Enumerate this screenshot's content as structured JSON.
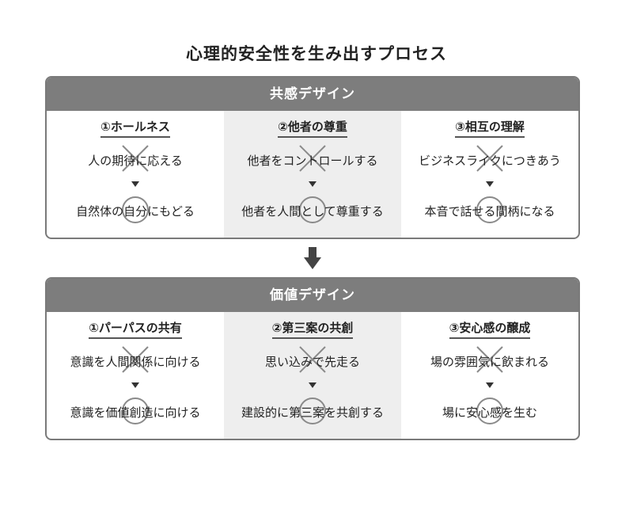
{
  "title": "心理的安全性を生み出すプロセス",
  "colors": {
    "header_bg": "#7d7d7d",
    "shaded_col": "#eeeeee",
    "border": "#7a7a7a"
  },
  "panels": [
    {
      "header": "共感デザイン",
      "columns": [
        {
          "title": "①ホールネス",
          "before": "人の期待に応える",
          "after": "自然体の自分にもどる"
        },
        {
          "title": "②他者の尊重",
          "before": "他者をコントロールする",
          "after": "他者を人間として尊重する"
        },
        {
          "title": "③相互の理解",
          "before": "ビジネスライクにつきあう",
          "after": "本音で話せる間柄になる"
        }
      ]
    },
    {
      "header": "価値デザイン",
      "columns": [
        {
          "title": "①パーパスの共有",
          "before": "意識を人間関係に向ける",
          "after": "意識を価値創造に向ける"
        },
        {
          "title": "②第三案の共創",
          "before": "思い込みで先走る",
          "after": "建設的に第三案を共創する"
        },
        {
          "title": "③安心感の醸成",
          "before": "場の雰囲気に飲まれる",
          "after": "場に安心感を生む"
        }
      ]
    }
  ]
}
